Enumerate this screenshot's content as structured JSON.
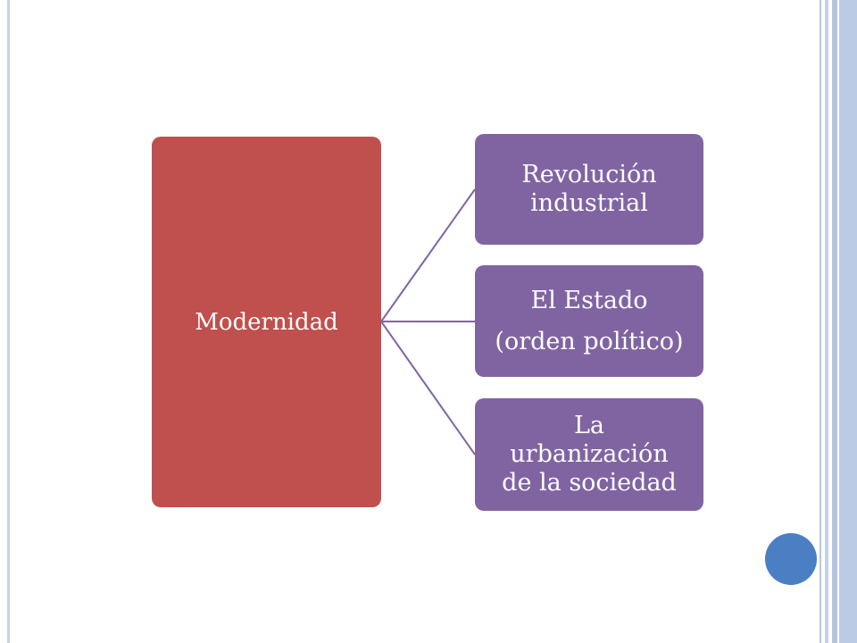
{
  "diagram": {
    "root": {
      "label": "Modernidad",
      "color": "#c0504d"
    },
    "children": [
      {
        "lines": [
          "Revolución",
          "industrial"
        ],
        "color": "#8064a2"
      },
      {
        "lines": [
          "El Estado",
          "(orden político)"
        ],
        "color": "#8064a2"
      },
      {
        "lines": [
          "La",
          "urbanización",
          "de la sociedad"
        ],
        "color": "#8064a2"
      }
    ],
    "connector_color": "#8064a2"
  },
  "decor": {
    "frame_color": "#bccbe5",
    "dot_color": "#4a7fc4"
  }
}
